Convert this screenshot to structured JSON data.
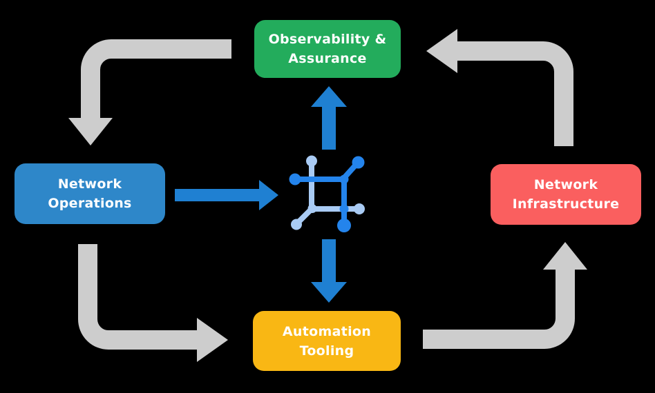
{
  "colors": {
    "background": "#000000",
    "text": "#FFFFFF",
    "arrow_gray": "#CDCDCD",
    "arrow_blue": "#1F80D2",
    "icon_dark_blue": "#2484EC",
    "icon_light_blue": "#A9CBF4"
  },
  "boxes": {
    "observability": {
      "line1": "Observability &",
      "line2": "Assurance",
      "color": "#23AC5C"
    },
    "operations": {
      "line1": "Network",
      "line2": "Operations",
      "color": "#2E87C9"
    },
    "infrastructure": {
      "line1": "Network",
      "line2": "Infrastructure",
      "color": "#FA5F5F"
    },
    "automation": {
      "line1": "Automation",
      "line2": "Tooling",
      "color": "#F9B714"
    }
  },
  "center_icon": {
    "name": "network-automation-icon"
  },
  "edges": [
    {
      "from": "observability",
      "to": "operations",
      "style": "gray-elbow"
    },
    {
      "from": "operations",
      "to": "automation",
      "style": "gray-elbow"
    },
    {
      "from": "automation",
      "to": "infrastructure",
      "style": "gray-elbow"
    },
    {
      "from": "infrastructure",
      "to": "observability",
      "style": "gray-elbow"
    },
    {
      "from": "operations",
      "to": "center-icon",
      "style": "blue-straight"
    },
    {
      "from": "center-icon",
      "to": "observability",
      "style": "blue-straight"
    },
    {
      "from": "center-icon",
      "to": "automation",
      "style": "blue-straight"
    }
  ]
}
